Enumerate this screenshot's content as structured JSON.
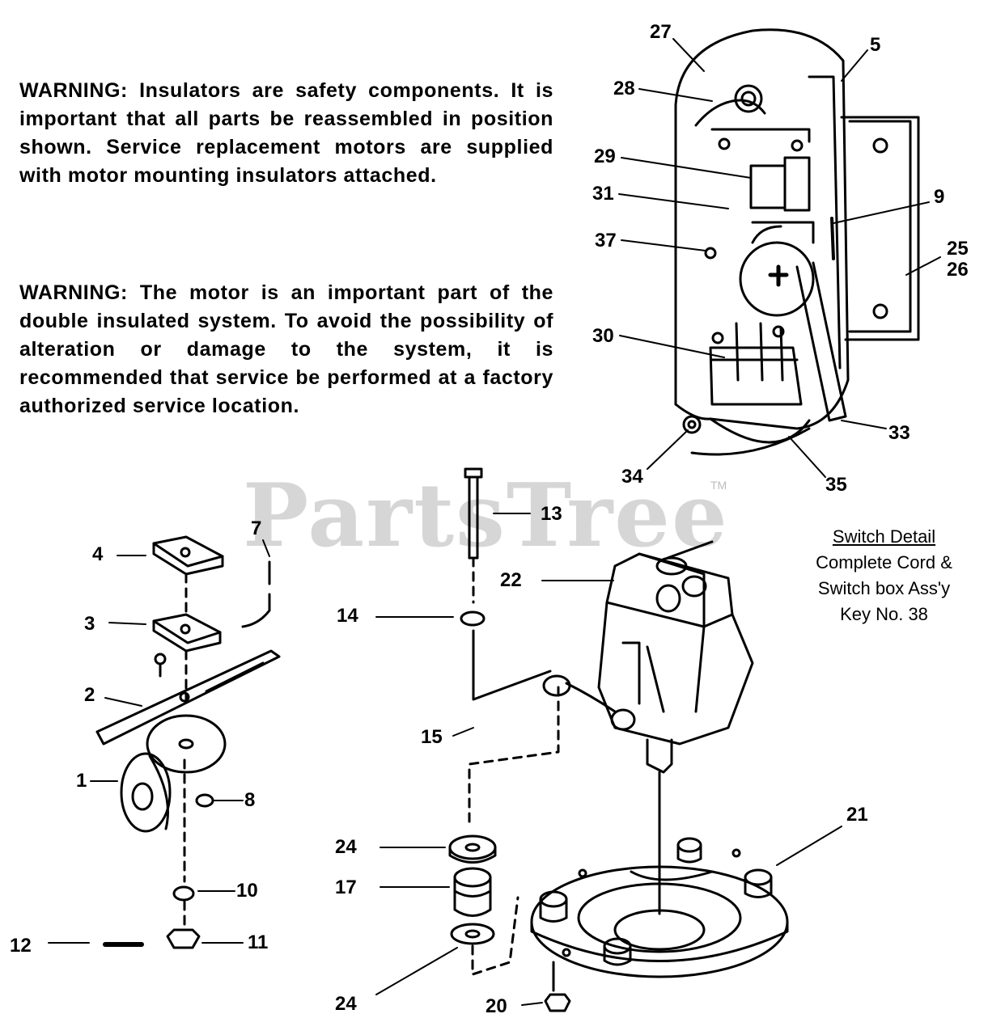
{
  "warnings": [
    "WARNING: Insulators are safety components. It is important that all parts be reassembled in position shown. Service replacement motors are supplied with motor mounting insulators attached.",
    "WARNING: The motor is an important part of the double insulated system. To avoid the possibility of alteration or damage to the system, it is recommended that service be performed at a factory authorized service location."
  ],
  "watermark": "PartsTree",
  "trademark": "TM",
  "switch_detail": {
    "title": "Switch Detail",
    "line1": "Complete Cord &",
    "line2": "Switch box Ass'y",
    "line3": "Key No. 38"
  },
  "callouts": {
    "c1": "1",
    "c2": "2",
    "c3": "3",
    "c4": "4",
    "c5": "5",
    "c7": "7",
    "c8": "8",
    "c9": "9",
    "c10": "10",
    "c11": "11",
    "c12": "12",
    "c13": "13",
    "c14": "14",
    "c15": "15",
    "c17": "17",
    "c20": "20",
    "c21": "21",
    "c22": "22",
    "c24a": "24",
    "c24b": "24",
    "c25": "25",
    "c26": "26",
    "c27": "27",
    "c28": "28",
    "c29": "29",
    "c30": "30",
    "c31": "31",
    "c33": "33",
    "c34": "34",
    "c35": "35",
    "c37": "37"
  }
}
